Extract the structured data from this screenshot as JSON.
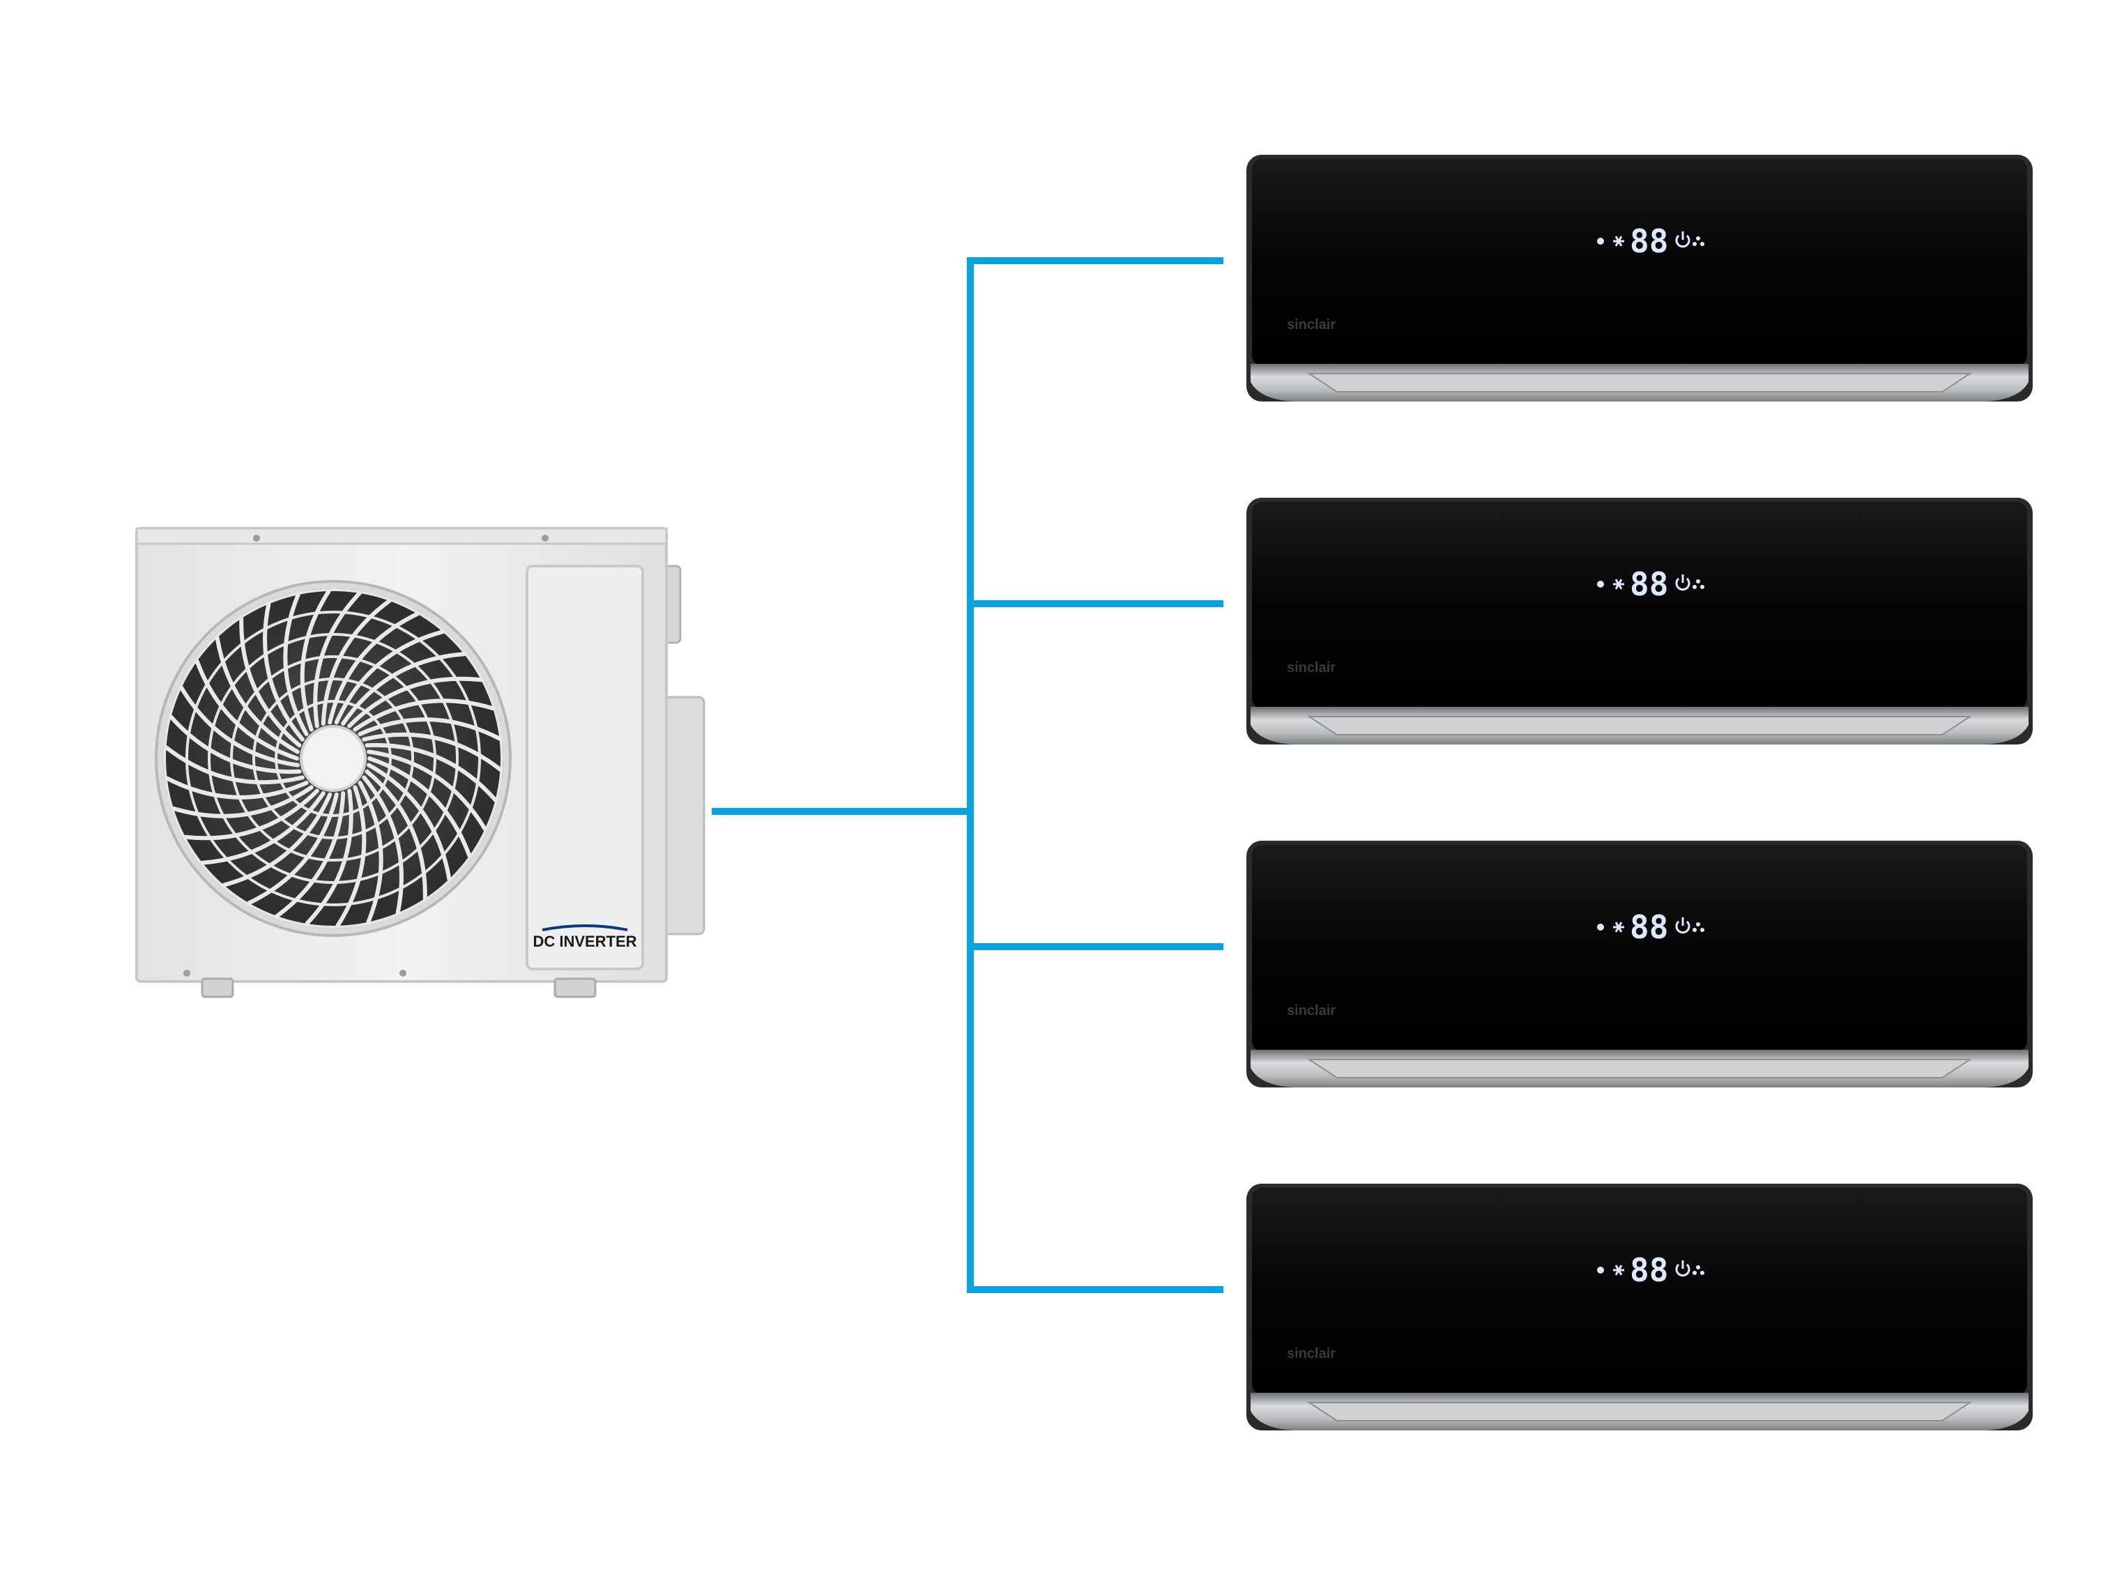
{
  "colors": {
    "background": "#ffffff",
    "pipe": "#0aa3e2",
    "outdoor_body": "#ecedee",
    "outdoor_edge": "#c9cbcd",
    "indoor_body": "#050505",
    "indoor_trim": "#a9acae",
    "led": "#dce9ff"
  },
  "outdoor_unit": {
    "badge": "DC INVERTER",
    "fan_icon": "fan-grille-icon"
  },
  "indoor_units": [
    {
      "display": "88",
      "brand": "sinclair"
    },
    {
      "display": "88",
      "brand": "sinclair"
    },
    {
      "display": "88",
      "brand": "sinclair"
    },
    {
      "display": "88",
      "brand": "sinclair"
    }
  ],
  "indoor_icons": [
    "dot-icon",
    "snowflake-icon",
    "power-icon",
    "fan-mode-icon"
  ]
}
